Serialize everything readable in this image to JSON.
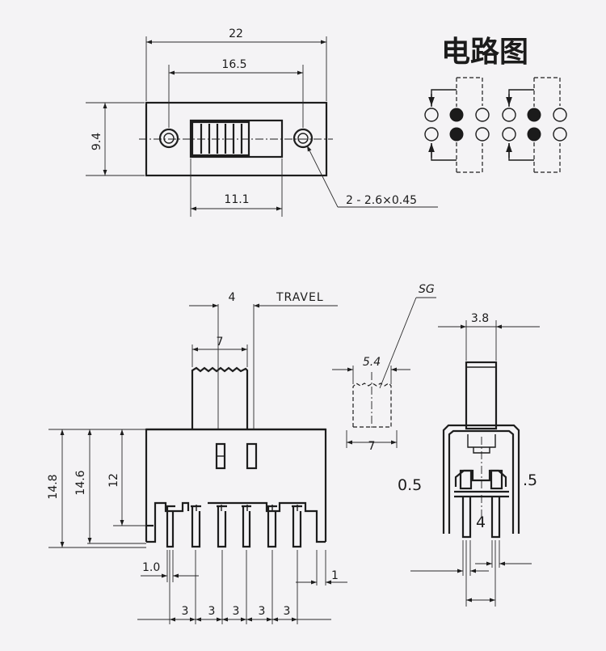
{
  "title": "电路图",
  "top_view": {
    "width_overall": "22",
    "hole_pitch": "16.5",
    "height": "9.4",
    "slot_width": "11.1",
    "hole_note": "2 - 2.6×0.45"
  },
  "front_view": {
    "travel_value": "4",
    "travel_label": "TRAVEL",
    "actuator_width": "7",
    "overall_height": "14.8",
    "terminal_height": "14.6",
    "body_height": "12",
    "pin_width": "1.0",
    "pin_thickness": "1",
    "pin_pitches": [
      "3",
      "3",
      "3",
      "3",
      "3"
    ]
  },
  "detail_view": {
    "label": "SG",
    "inner_width": "5.4",
    "outer_width": "7"
  },
  "side_view": {
    "actuator_width": "3.8",
    "left_offset": "0.5",
    "right_offset": ".5",
    "row_spacing": "4"
  },
  "colors": {
    "line": "#1d1d1d",
    "background": "#f4f3f5",
    "filled_contact": "#1b1b1b"
  }
}
